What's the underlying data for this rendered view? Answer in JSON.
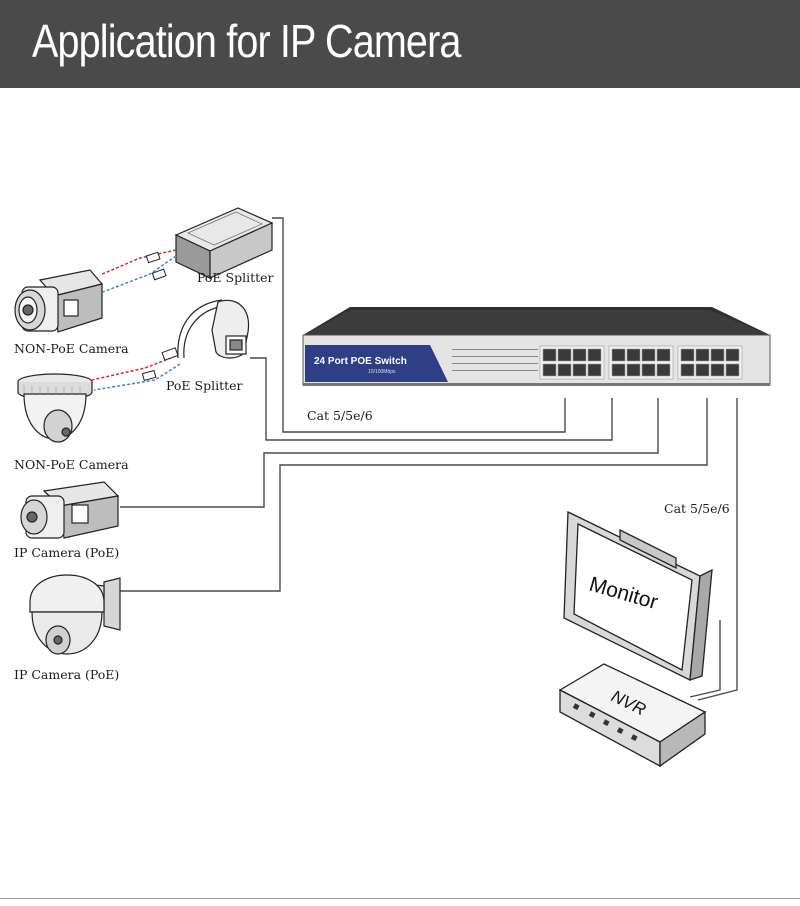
{
  "header": {
    "title": "Application for IP Camera"
  },
  "labels": {
    "non_poe_camera_1": "NON-PoE Camera",
    "non_poe_camera_2": "NON-PoE Camera",
    "ip_camera_1": "IP Camera (PoE)",
    "ip_camera_2": "IP Camera (PoE)",
    "poe_splitter_1": "PoE Splitter",
    "poe_splitter_2": "PoE Splitter",
    "cable_1": "Cat 5/5e/6",
    "cable_2": "Cat 5/5e/6"
  },
  "switch": {
    "name": "24 Port POE Switch",
    "speed": "10/100Mbps"
  },
  "monitor": {
    "label": "Monitor"
  },
  "nvr": {
    "label": "NVR"
  },
  "colors": {
    "header_bg": "#4a4a4a",
    "switch_panel_blue": "#2e3f85",
    "cable_red": "#d62a2a",
    "cable_blue": "#3a86d6"
  }
}
